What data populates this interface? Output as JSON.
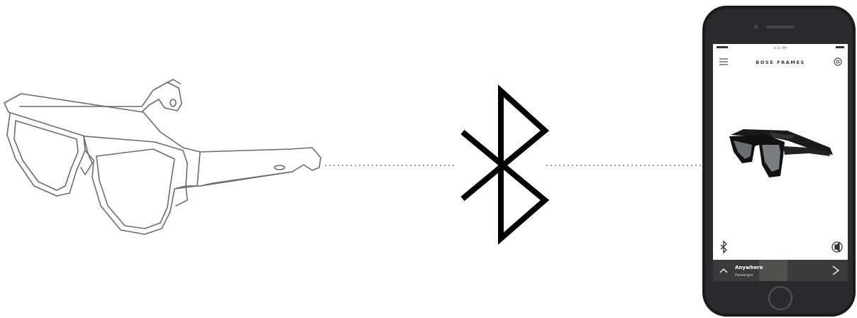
{
  "phone": {
    "status_time": "4:21 PM",
    "app_title": "BOSE FRAMES",
    "now_playing": {
      "track": "Anywhere",
      "artist": "Passenger"
    }
  },
  "colors": {
    "line_art": "#6b6b6b",
    "bluetooth": "#000000",
    "connector": "#9a9a9a",
    "phone_body": "#1b1b1d",
    "now_playing_bar": "#3a3a3a"
  },
  "icons": [
    "sunglasses-line-art",
    "bluetooth-icon",
    "smartphone",
    "menu-icon",
    "settings-icon",
    "play-icon",
    "chevron-up-icon"
  ]
}
